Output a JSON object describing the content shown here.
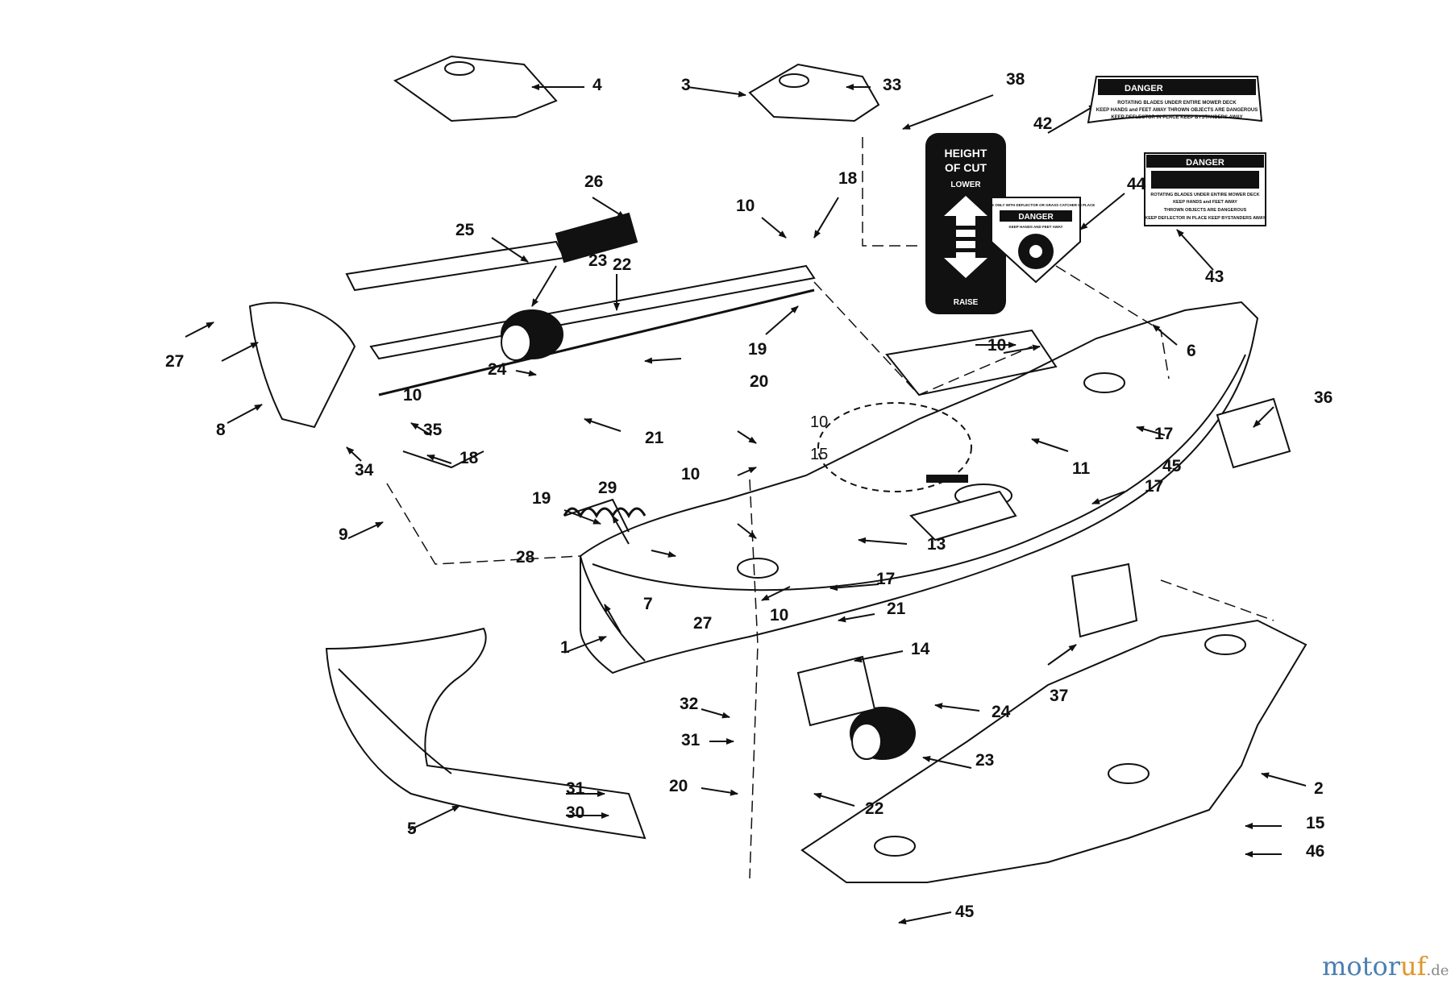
{
  "diagram": {
    "part_numbers": [
      "1",
      "2",
      "3",
      "4",
      "5",
      "6",
      "7",
      "8",
      "9",
      "10",
      "11",
      "13",
      "14",
      "15",
      "17",
      "18",
      "19",
      "20",
      "21",
      "22",
      "23",
      "24",
      "25",
      "26",
      "27",
      "28",
      "29",
      "30",
      "31",
      "32",
      "33",
      "34",
      "35",
      "36",
      "37",
      "38",
      "42",
      "43",
      "44",
      "45",
      "46"
    ]
  },
  "decals": {
    "height_of_cut": {
      "title_line1": "HEIGHT",
      "title_line2": "OF CUT",
      "lower": "LOWER",
      "raise": "RAISE"
    },
    "danger_42": {
      "heading": "DANGER",
      "line1": "ROTATING BLADES UNDER ENTIRE MOWER DECK",
      "line2": "KEEP HANDS and FEET AWAY  THROWN OBJECTS ARE DANGEROUS",
      "line3": "KEEP DEFLECTOR IN PLACE  KEEP BYSTANDERS AWAY"
    },
    "danger_43": {
      "heading": "DANGER",
      "line1": "ROTATING BLADES UNDER ENTIRE MOWER DECK",
      "line2": "KEEP HANDS and FEET AWAY",
      "line3": "THROWN OBJECTS ARE DANGEROUS",
      "line4": "KEEP DEFLECTOR IN PLACE  KEEP BYSTANDERS AWAY"
    },
    "danger_44": {
      "top_text": "OPERATE ONLY WITH DEFLECTOR OR GRASS CATCHER IN PLACE",
      "heading": "DANGER",
      "bottom_text": "KEEP HANDS AND FEET AWAY"
    }
  },
  "watermark": {
    "part_a": "motor",
    "part_b": "uf",
    "part_c": ".de"
  },
  "colors": {
    "ink": "#111111",
    "paper": "#ffffff",
    "watermark_blue": "#4a7fb0",
    "watermark_orange": "#e0962a"
  }
}
